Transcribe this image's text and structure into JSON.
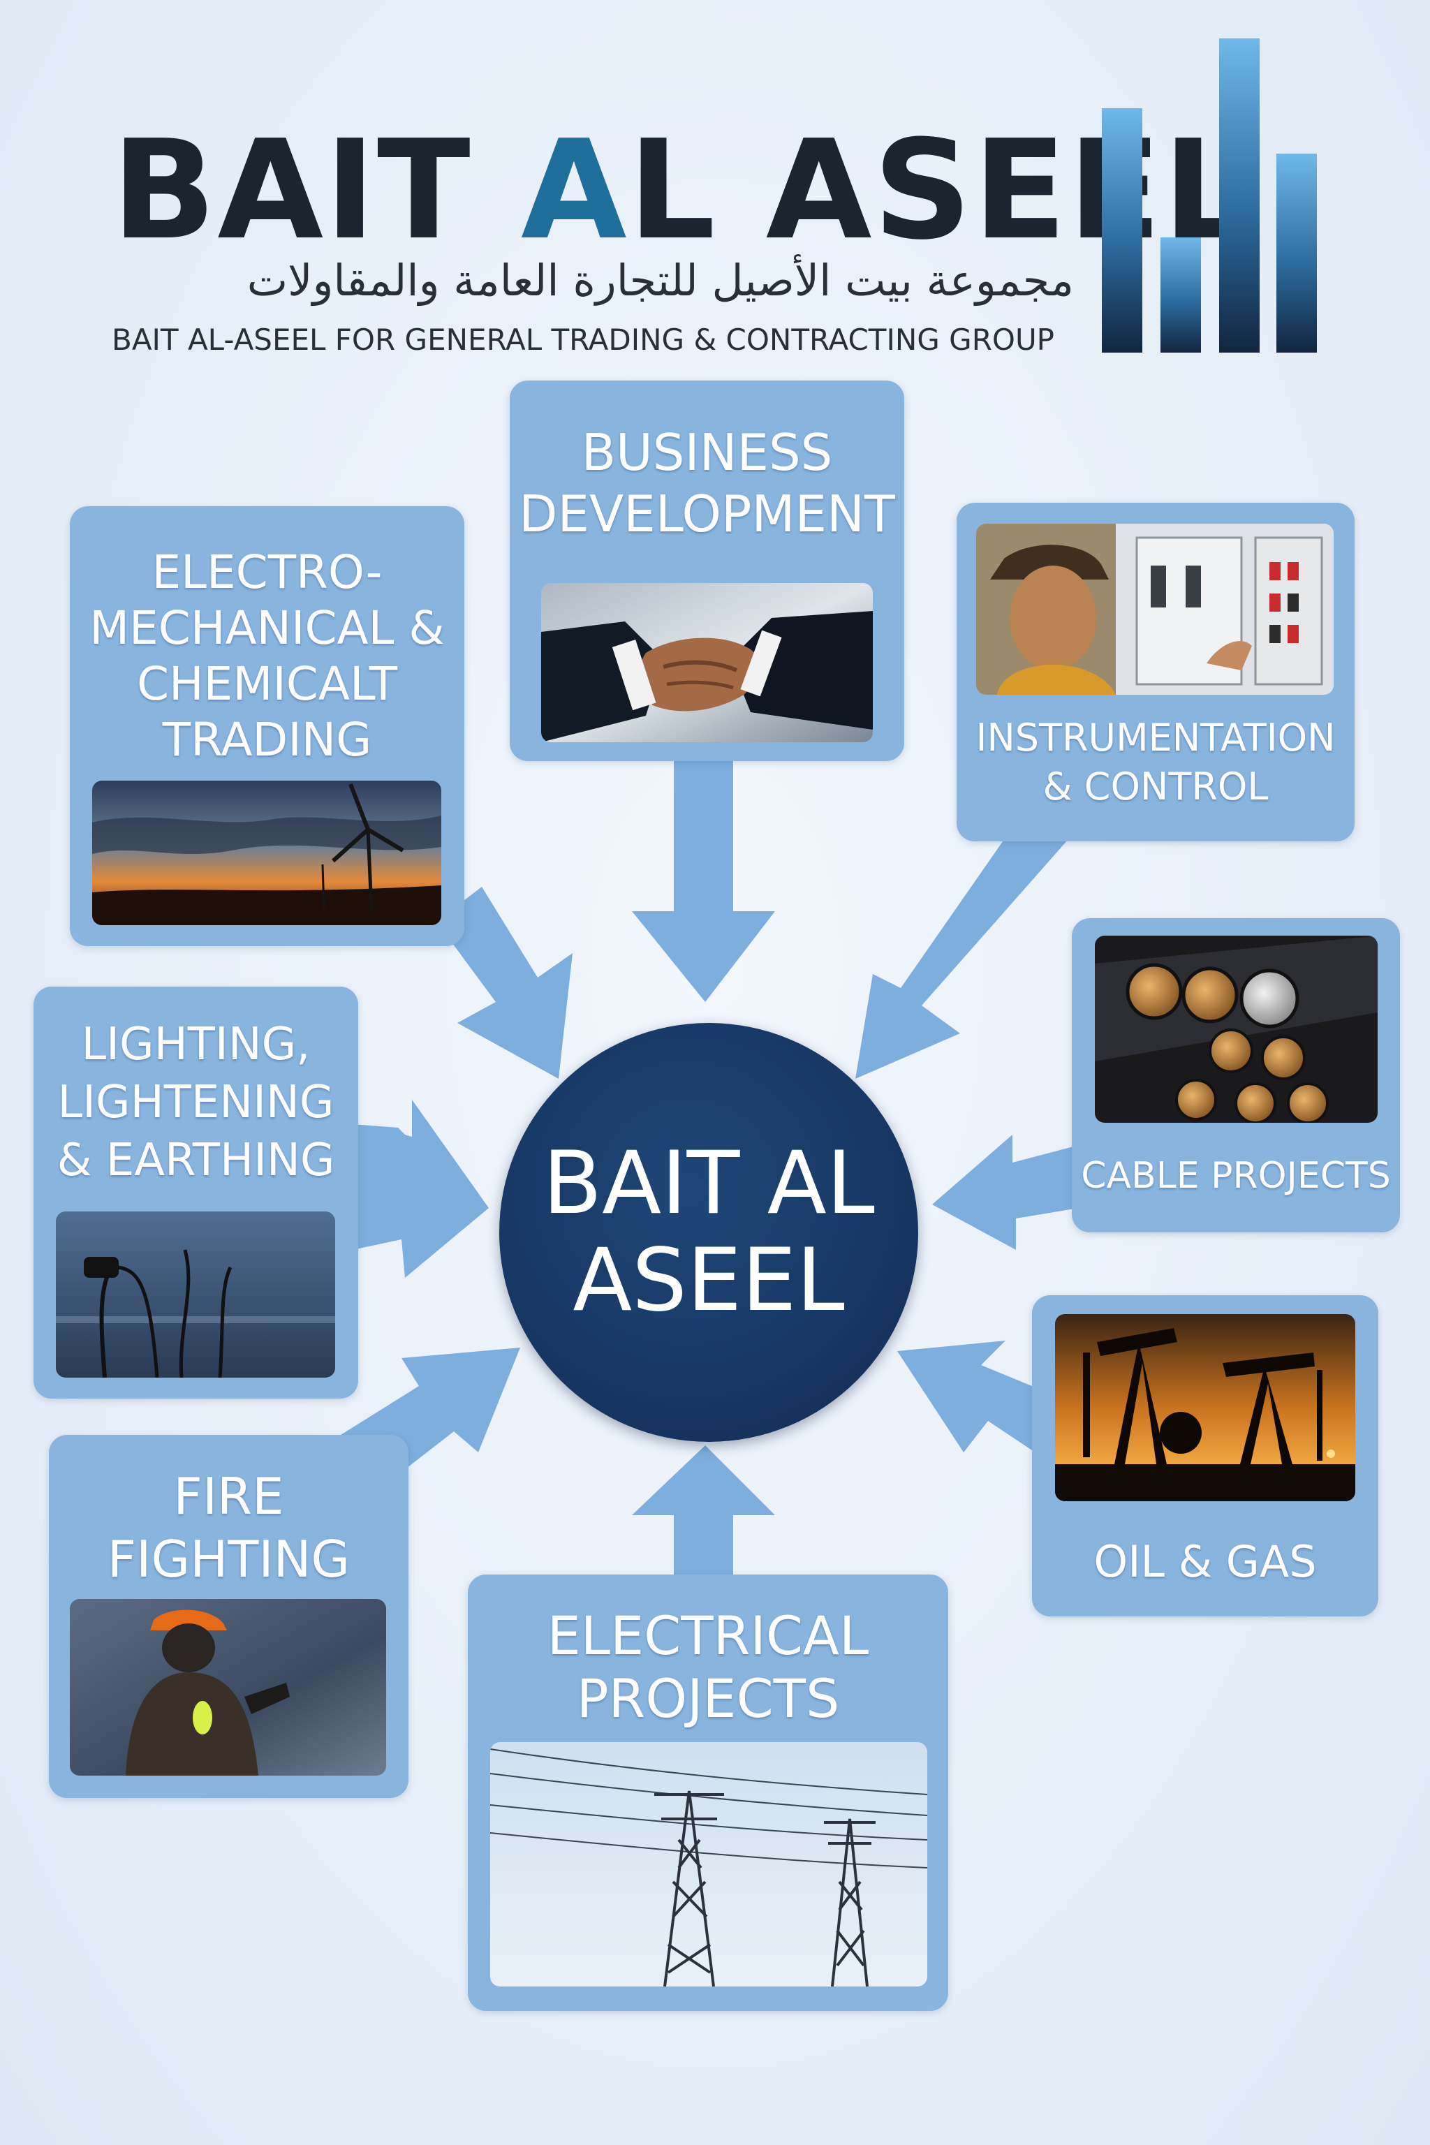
{
  "header": {
    "brand_part1": "BAIT ",
    "brand_accent": "A",
    "brand_part2": "L ASEEL",
    "arabic_name": "مجموعة بيت الأصيل للتجارة العامة والمقاولات",
    "english_name": "BAIT AL-ASEEL FOR GENERAL TRADING & CONTRACTING GROUP"
  },
  "hub": {
    "label": "BAIT AL ASEEL"
  },
  "services": {
    "business": {
      "label_1": "BUSINESS",
      "label_2": "DEVELOPMENT",
      "image_icon": "handshake-icon"
    },
    "electro": {
      "label_1": "ELECTRO-",
      "label_2": "MECHANICAL &",
      "label_3": "CHEMICALT",
      "label_4": "TRADING",
      "image_icon": "wind-turbine-icon"
    },
    "instrument": {
      "label_1": "INSTRUMENTATION",
      "label_2": "& CONTROL",
      "image_icon": "control-panel-icon"
    },
    "cable": {
      "label": "CABLE PROJECTS",
      "image_icon": "cable-icon"
    },
    "lighting": {
      "label_1": "LIGHTING,",
      "label_2": "LIGHTENING",
      "label_3": "& EARTHING",
      "image_icon": "street-light-icon"
    },
    "oil": {
      "label": "OIL & GAS",
      "image_icon": "oil-pump-icon"
    },
    "fire": {
      "label_1": "FIRE",
      "label_2": "FIGHTING",
      "image_icon": "firefighter-icon"
    },
    "electrical": {
      "label_1": "ELECTRICAL",
      "label_2": "PROJECTS",
      "image_icon": "power-tower-icon"
    }
  },
  "colors": {
    "background": "#e7eff8",
    "card": "#88b4de",
    "arrow": "#7eaedd",
    "hub": "#173764",
    "brand_dark": "#1c2430",
    "brand_accent": "#1f6f9c"
  }
}
